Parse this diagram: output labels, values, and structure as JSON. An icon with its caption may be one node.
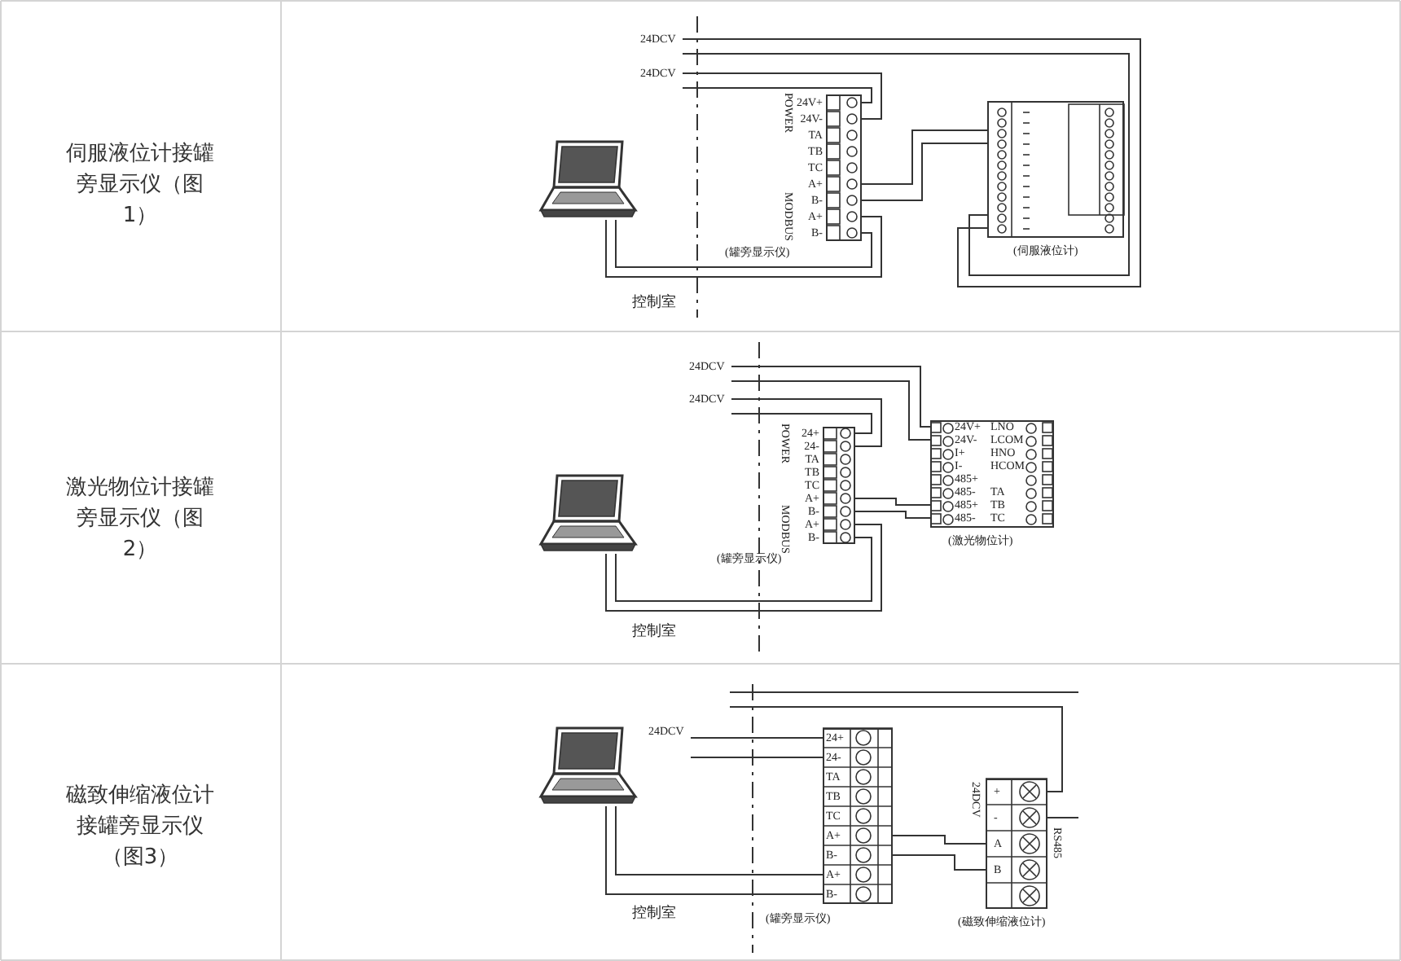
{
  "diagram": {
    "nodes": [
      {
        "text": [],
        "shape": "picture"
      },
      {
        "text": [],
        "shape": "box",
        "beside": [
          "(罐旁显示仪)"
        ]
      },
      {
        "text": [],
        "shape": "box",
        "beside": [
          "(伺服液位计)"
        ]
      },
      {
        "text": [],
        "shape": "picture"
      },
      {
        "text": [],
        "shape": "box",
        "beside": [
          "(罐旁显示仪)"
        ]
      },
      {
        "text": [],
        "shape": "box",
        "beside": [
          "(激光物位计)"
        ]
      },
      {
        "text": [],
        "shape": "picture"
      },
      {
        "text": [],
        "shape": "box",
        "beside": [
          "(罐旁显示仪)"
        ]
      },
      {
        "text": [],
        "shape": "box",
        "beside": [
          "(磁致伸缩液位计)"
        ]
      },
      {
        "text": [
          "24DCV"
        ]
      },
      {
        "text": [
          "24DCV"
        ]
      },
      {
        "text": [
          "24DCV"
        ]
      },
      {
        "text": [
          "24DCV"
        ]
      },
      {
        "text": [
          "24DCV"
        ]
      }
    ],
    "edges": [
      {
        "from": 10,
        "to": 1,
        "arrow": "none"
      },
      {
        "from": 10,
        "to": 1,
        "arrow": "none"
      },
      {
        "from": 9,
        "to": 2,
        "arrow": "none"
      },
      {
        "from": 9,
        "to": 2,
        "arrow": "none"
      },
      {
        "from": 0,
        "to": 1,
        "arrow": "none"
      },
      {
        "from": 0,
        "to": 1,
        "arrow": "none"
      },
      {
        "from": 1,
        "to": 2,
        "arrow": "none"
      },
      {
        "from": 1,
        "to": 2,
        "arrow": "none"
      },
      {
        "from": 12,
        "to": 4,
        "arrow": "none"
      },
      {
        "from": 12,
        "to": 4,
        "arrow": "none"
      },
      {
        "from": 11,
        "to": 5,
        "arrow": "none"
      },
      {
        "from": 11,
        "to": 5,
        "arrow": "none"
      },
      {
        "from": 3,
        "to": 4,
        "arrow": "none"
      },
      {
        "from": 3,
        "to": 4,
        "arrow": "none"
      },
      {
        "from": 4,
        "to": 5,
        "arrow": "none"
      },
      {
        "from": 4,
        "to": 5,
        "arrow": "none"
      },
      {
        "from": 13,
        "to": 7,
        "arrow": "none"
      },
      {
        "from": 13,
        "to": 7,
        "arrow": "none"
      },
      {
        "from": null,
        "to": 8,
        "arrow": "none"
      },
      {
        "from": null,
        "to": 8,
        "arrow": "none"
      },
      {
        "from": 6,
        "to": 7,
        "arrow": "none"
      },
      {
        "from": 6,
        "to": 7,
        "arrow": "none"
      },
      {
        "from": 7,
        "to": 8,
        "arrow": "none"
      },
      {
        "from": 7,
        "to": 8,
        "arrow": "none"
      }
    ],
    "labels": [
      "伺服液位计接罐旁显示仪（图1）",
      "POWER",
      "24V+",
      "24V-",
      "TA",
      "TB",
      "TC",
      "A+",
      "B-",
      "A+",
      "B-",
      "MODBUS",
      "控制室",
      "激光物位计接罐旁显示仪（图2）",
      "POWER",
      "24+",
      "24-",
      "TA",
      "TB",
      "TC",
      "A+",
      "B-",
      "A+",
      "B-",
      "MODBUS",
      "24V+",
      "24V-",
      "I+",
      "I-",
      "485+",
      "485-",
      "485+",
      "485-",
      "LNO",
      "LCOM",
      "HNO",
      "HCOM",
      "TA",
      "TB",
      "TC",
      "控制室",
      "磁致伸缩液位计接罐旁显示仪（图3）",
      "24+",
      "24-",
      "TA",
      "TB",
      "TC",
      "A+",
      "B-",
      "A+",
      "B-",
      "24DCV",
      "+",
      "-",
      "RS485",
      "A",
      "B",
      "控制室"
    ]
  }
}
